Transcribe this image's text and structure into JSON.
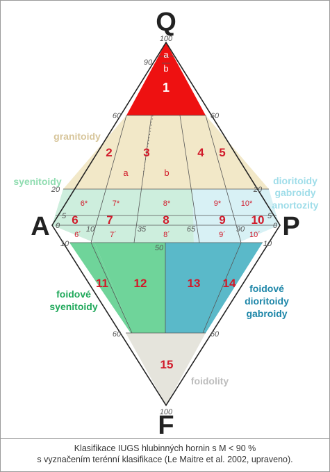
{
  "vertices": {
    "q": "Q",
    "a": "A",
    "p": "P",
    "f": "F"
  },
  "ticks": {
    "q100": "100",
    "q90": "90",
    "q60l": "60",
    "q60r": "60",
    "q20l": "20",
    "q20r": "20",
    "q5l": "5",
    "q5r": "5",
    "a0": "0",
    "p0": "0",
    "ap10": "10",
    "ap35": "35",
    "ap65": "65",
    "ap90": "90",
    "f10l": "10",
    "f10r": "10",
    "f50": "50",
    "f60l": "60",
    "f60r": "60",
    "f100": "100"
  },
  "fields": {
    "f1a": "a",
    "f1b": "b",
    "f1": "1",
    "f2": "2",
    "f3": "3",
    "f4": "4",
    "f5": "5",
    "f3a": "a",
    "f3b": "b",
    "f6s": "6*",
    "f7s": "7*",
    "f8s": "8*",
    "f9s": "9*",
    "f10s": "10*",
    "f6": "6",
    "f7": "7",
    "f8": "8",
    "f9": "9",
    "f10": "10",
    "f6p": "6´",
    "f7p": "7´",
    "f8p": "8´",
    "f9p": "9´",
    "f10p": "10´",
    "f11": "11",
    "f12": "12",
    "f13": "13",
    "f14": "14",
    "f15": "15"
  },
  "groups": {
    "granitoids": "granitoidy",
    "syenitoids": "syenitoidy",
    "dioritoids_1": "dioritoidy",
    "dioritoids_2": "gabroidy",
    "dioritoids_3": "anortozity",
    "foid_syen_1": "foidové",
    "foid_syen_2": "syenitoidy",
    "foid_dior_1": "foidové",
    "foid_dior_2": "dioritoidy",
    "foid_dior_3": "gabroidy",
    "foidolites": "foidolity"
  },
  "caption": {
    "line1": "Klasifikace IUGS hlubinných hornin s M < 90 %",
    "line2": "s vyznačením terénní klasifikace (Le Maitre et al. 2002, upraveno)."
  },
  "colors": {
    "field1": "#ee1111",
    "granitoids": "#f2e8c8",
    "syenitoids": "#cdeedd",
    "dioritoids": "#d8f1f5",
    "foid_syenitoids": "#6fd49a",
    "foid_dioritoids": "#5ab9c9",
    "foidolites": "#e5e4dc",
    "text_field": "#d11a2a",
    "text_granitoids": "#d7c59a",
    "text_syenitoids": "#8fdcb0",
    "text_dioritoids": "#9fdde9",
    "text_foid_syen": "#1fa85a",
    "text_foid_dior": "#1d86a8",
    "text_foidolites": "#bdbdbd"
  }
}
